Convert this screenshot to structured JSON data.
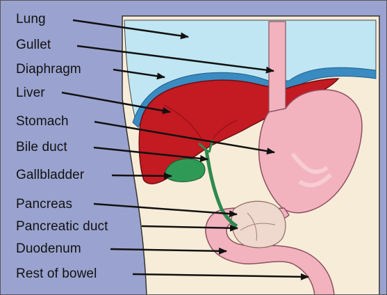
{
  "diagram": {
    "labels": [
      "Lung",
      "Gullet",
      "Diaphragm",
      "Liver",
      "Stomach",
      "Bile duct",
      "Gallbladder",
      "Pancreas",
      "Pancreatic duct",
      "Duodenum",
      "Rest of bowel"
    ]
  }
}
